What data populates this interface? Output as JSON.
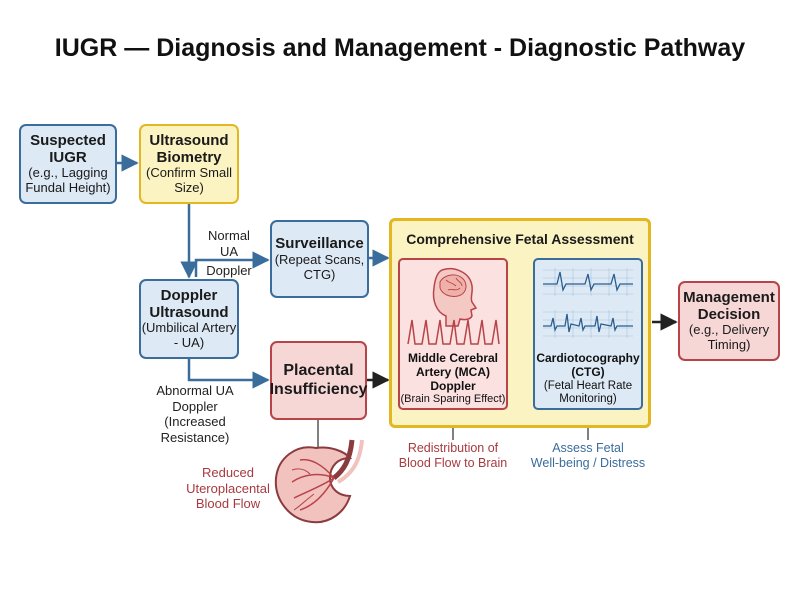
{
  "title": "IUGR — Diagnosis and Management - Diagnostic Pathway",
  "nodes": {
    "suspected": {
      "title": "Suspected IUGR",
      "detail": "(e.g., Lagging Fundal Height)"
    },
    "biometry": {
      "title": "Ultrasound Biometry",
      "detail": "(Confirm Small Size)"
    },
    "doppler": {
      "title": "Doppler Ultrasound",
      "detail": "(Umbilical Artery - UA)"
    },
    "surveillance": {
      "title": "Surveillance",
      "detail": "(Repeat Scans, CTG)"
    },
    "placental": {
      "title": "Placental Insufficiency"
    },
    "assessment": {
      "title": "Comprehensive Fetal Assessment"
    },
    "mca": {
      "title": "Middle Cerebral Artery (MCA) Doppler",
      "detail": "(Brain Sparing Effect)"
    },
    "ctg": {
      "title": "Cardiotocography (CTG)",
      "detail": "(Fetal Heart Rate Monitoring)"
    },
    "management": {
      "title": "Management Decision",
      "detail": "(e.g., Delivery Timing)"
    }
  },
  "edge_labels": {
    "normal": [
      "Normal",
      "UA",
      "Doppler"
    ],
    "abnormal": [
      "Abnormal UA",
      "Doppler",
      "(Increased",
      "Resistance)"
    ]
  },
  "annotations": {
    "reduced_flow": [
      "Reduced",
      "Uteroplacental",
      "Blood Flow"
    ],
    "redistribution": [
      "Redistribution of",
      "Blood Flow to Brain"
    ],
    "assess": [
      "Assess Fetal",
      "Well-being / Distress"
    ]
  },
  "colors": {
    "blue_border": "#3a6d9c",
    "blue_fill": "#dde9f5",
    "yellow_border": "#e2b71f",
    "yellow_fill": "#fbf3c2",
    "red_border": "#b8444a",
    "red_fill": "#f7d6d6"
  }
}
